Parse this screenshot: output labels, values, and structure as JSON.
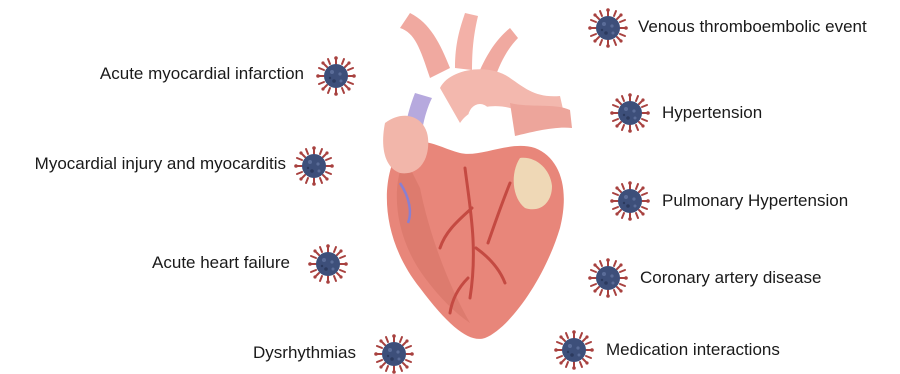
{
  "left_labels": [
    "Acute myocardial infarction",
    "Myocardial injury and myocarditis",
    "Acute heart failure",
    "Dysrhythmias"
  ],
  "right_labels": [
    "Venous thromboembolic event",
    "Hypertension",
    "Pulmonary Hypertension",
    "Coronary artery disease",
    "Medication interactions"
  ],
  "icons": {
    "virus": "coronavirus-icon",
    "heart": "heart-illustration"
  },
  "colors": {
    "virus_body": "#3d4f7a",
    "virus_spike": "#a8413f",
    "heart_main": "#e8867a",
    "heart_dark": "#c95a4f",
    "vessel": "#f0a9a0",
    "vein_blue": "#9b8fd6"
  }
}
